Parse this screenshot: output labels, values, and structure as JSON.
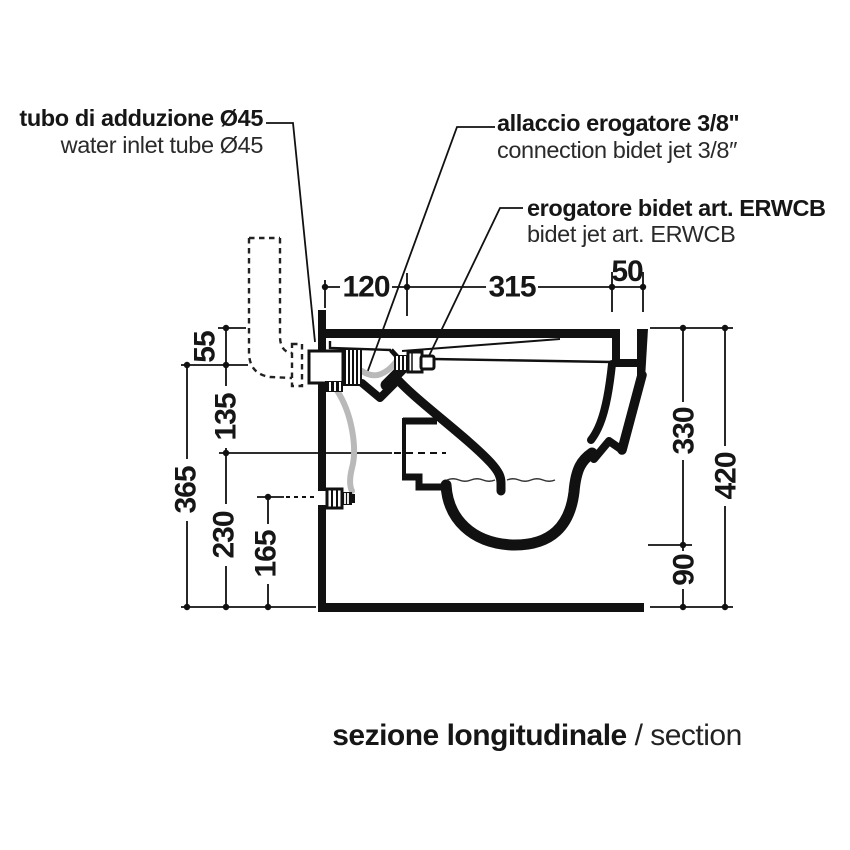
{
  "colors": {
    "line": "#111111",
    "text": "#161616",
    "tube_gray": "#b9b9b9",
    "background": "#ffffff"
  },
  "callouts": {
    "water_inlet": {
      "title": "tubo di adduzione Ø45",
      "subtitle": "water inlet tube Ø45"
    },
    "jet_connection": {
      "title": "allaccio erogatore 3/8\"",
      "subtitle": "connection bidet jet 3/8″"
    },
    "bidet_jet": {
      "title": "erogatore bidet art. ERWCB",
      "subtitle": "bidet jet art. ERWCB"
    }
  },
  "dimensions_mm": {
    "top": {
      "d120": "120",
      "d315": "315",
      "d50": "50"
    },
    "left": {
      "d55": "55",
      "d135": "135",
      "d365": "365",
      "d230": "230",
      "d165": "165"
    },
    "right": {
      "d330": "330",
      "d420": "420",
      "d90": "90"
    }
  },
  "caption": {
    "title": "sezione longitudinale",
    "suffix": " / section"
  }
}
